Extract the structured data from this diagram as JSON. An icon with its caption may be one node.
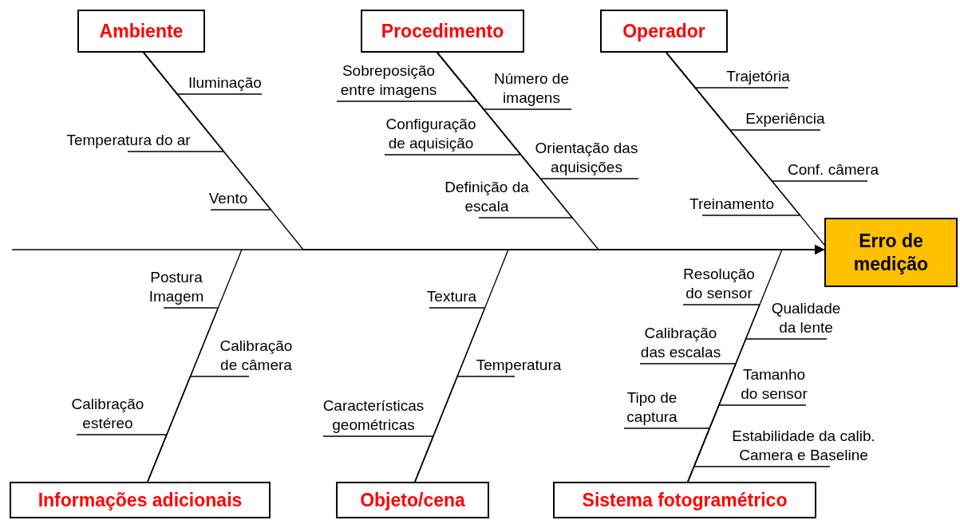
{
  "diagram": {
    "nodes": [
      {
        "text": [
          "Ambiente"
        ]
      },
      {
        "text": [
          "Procedimento"
        ]
      },
      {
        "text": [
          "Operador"
        ]
      },
      {
        "text": [
          "Iluminação"
        ]
      },
      {
        "text": [
          "Temperatura do ar"
        ]
      },
      {
        "text": [
          "Vento"
        ]
      },
      {
        "text": [
          "Sobreposição entre imagens"
        ]
      },
      {
        "text": [
          "Número de imagens"
        ]
      },
      {
        "text": [
          "Configuração de aquisição"
        ]
      },
      {
        "text": [
          "Orientação das aquisições"
        ]
      },
      {
        "text": [
          "Definição da escala"
        ]
      },
      {
        "text": [
          "Trajetória"
        ]
      },
      {
        "text": [
          "Experiência"
        ]
      },
      {
        "text": [
          "Conf. câmera"
        ]
      },
      {
        "text": [
          "Treinamento"
        ]
      },
      {
        "text": [
          "Erro de medição"
        ]
      },
      {
        "text": [
          "Postura Imagem"
        ]
      },
      {
        "text": [
          "Calibração de câmera"
        ]
      },
      {
        "text": [
          "Calibração estéreo"
        ]
      },
      {
        "text": [
          "Textura"
        ]
      },
      {
        "text": [
          "Temperatura"
        ]
      },
      {
        "text": [
          "Características geométricas"
        ]
      },
      {
        "text": [
          "Resolução do sensor"
        ]
      },
      {
        "text": [
          "Qualidade da lente"
        ]
      },
      {
        "text": [
          "Calibração das escalas"
        ]
      },
      {
        "text": [
          "Tamanho do sensor"
        ]
      },
      {
        "text": [
          "Tipo de captura"
        ]
      },
      {
        "text": [
          "Estabilidade da calib. Camera e Baseline"
        ]
      },
      {
        "text": [
          "Informações adicionais"
        ]
      },
      {
        "text": [
          "Objeto/cena"
        ]
      },
      {
        "text": [
          "Sistema fotogramétrico"
        ]
      }
    ],
    "edges": [
      {
        "from": 0,
        "to": 15,
        "arrow": "to"
      },
      {
        "from": 1,
        "to": 15,
        "arrow": "to"
      },
      {
        "from": 2,
        "to": 15,
        "arrow": "to"
      },
      {
        "from": 28,
        "to": 15,
        "arrow": "to"
      },
      {
        "from": 29,
        "to": 15,
        "arrow": "to"
      },
      {
        "from": 30,
        "to": 15,
        "arrow": "to"
      },
      {
        "from": 3,
        "to": 0,
        "arrow": "none"
      },
      {
        "from": 4,
        "to": 0,
        "arrow": "none"
      },
      {
        "from": 5,
        "to": 0,
        "arrow": "none"
      },
      {
        "from": 6,
        "to": 1,
        "arrow": "none"
      },
      {
        "from": 7,
        "to": 1,
        "arrow": "none"
      },
      {
        "from": 8,
        "to": 1,
        "arrow": "none"
      },
      {
        "from": 9,
        "to": 1,
        "arrow": "none"
      },
      {
        "from": 10,
        "to": 1,
        "arrow": "none"
      },
      {
        "from": 11,
        "to": 2,
        "arrow": "none"
      },
      {
        "from": 12,
        "to": 2,
        "arrow": "none"
      },
      {
        "from": 13,
        "to": 2,
        "arrow": "none"
      },
      {
        "from": 14,
        "to": 2,
        "arrow": "none"
      },
      {
        "from": 16,
        "to": 28,
        "arrow": "none"
      },
      {
        "from": 17,
        "to": 28,
        "arrow": "none"
      },
      {
        "from": 18,
        "to": 28,
        "arrow": "none"
      },
      {
        "from": 19,
        "to": 29,
        "arrow": "none"
      },
      {
        "from": 20,
        "to": 29,
        "arrow": "none"
      },
      {
        "from": 21,
        "to": 29,
        "arrow": "none"
      },
      {
        "from": 22,
        "to": 30,
        "arrow": "none"
      },
      {
        "from": 23,
        "to": 30,
        "arrow": "none"
      },
      {
        "from": 24,
        "to": 30,
        "arrow": "none"
      },
      {
        "from": 25,
        "to": 30,
        "arrow": "none"
      },
      {
        "from": 26,
        "to": 30,
        "arrow": "none"
      },
      {
        "from": 27,
        "to": 30,
        "arrow": "none"
      }
    ]
  }
}
